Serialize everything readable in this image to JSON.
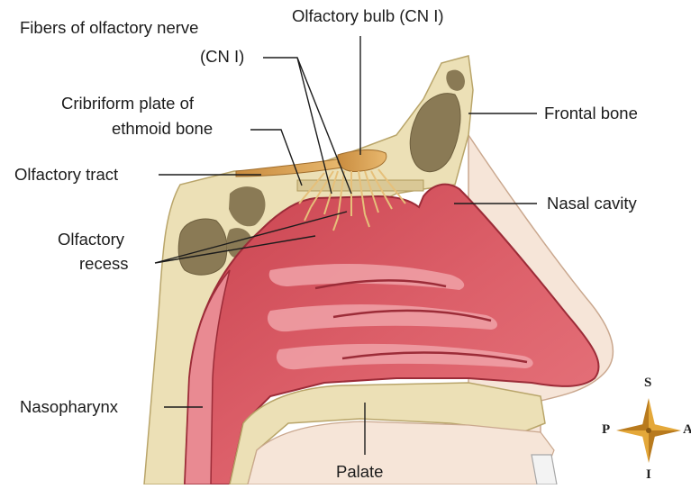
{
  "labels": {
    "fibers_line1": "Fibers of olfactory nerve",
    "fibers_line2": "(CN I)",
    "bulb": "Olfactory bulb (CN I)",
    "cribriform_line1": "Cribriform plate of",
    "cribriform_line2": "ethmoid bone",
    "frontal_bone": "Frontal bone",
    "tract": "Olfactory tract",
    "nasal_cavity": "Nasal cavity",
    "recess_line1": "Olfactory",
    "recess_line2": "recess",
    "nasopharynx": "Nasopharynx",
    "palate": "Palate"
  },
  "compass": {
    "superior": "S",
    "inferior": "I",
    "posterior": "P",
    "anterior": "A"
  },
  "colors": {
    "bone": "#ece0b6",
    "bone_edge": "#b9a56a",
    "mucosa": "#d8525e",
    "mucosa_light": "#ee9aa0",
    "nerve": "#d8a55c",
    "skin": "#f4e0d2"
  }
}
